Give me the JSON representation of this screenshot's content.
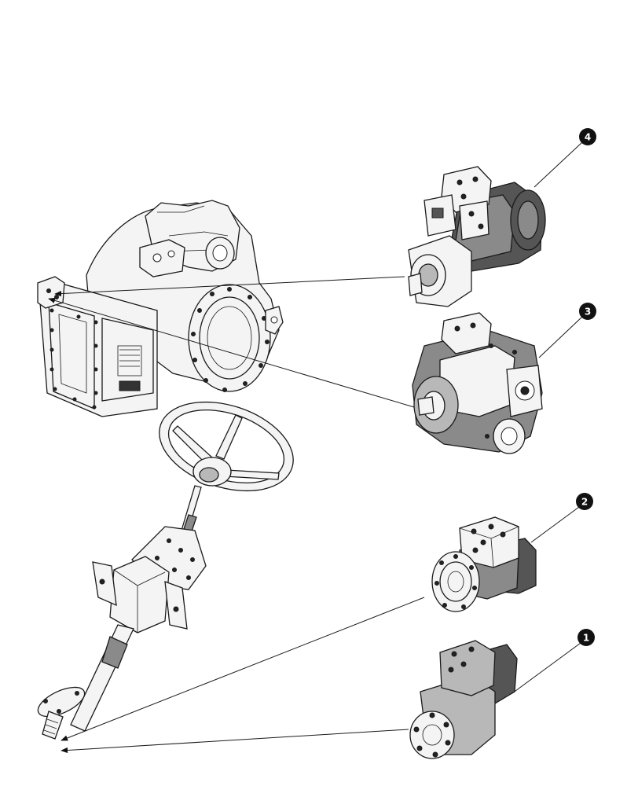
{
  "figure": {
    "callouts": [
      {
        "id": "1",
        "label": "1"
      },
      {
        "id": "2",
        "label": "2"
      },
      {
        "id": "3",
        "label": "3"
      },
      {
        "id": "4",
        "label": "4"
      }
    ],
    "components": [
      {
        "id": "transmission-housing",
        "icon": "gearbox-housing"
      },
      {
        "id": "steering-column",
        "icon": "steering-wheel-column"
      },
      {
        "id": "part-1",
        "icon": "steering-orbitrol-unit"
      },
      {
        "id": "part-2",
        "icon": "steering-orbitrol-unit"
      },
      {
        "id": "part-3",
        "icon": "hydraulic-pump"
      },
      {
        "id": "part-4",
        "icon": "variable-displacement-pump"
      }
    ],
    "colors": {
      "ink": "#1a1a1a",
      "badge": "#111111",
      "shade": "#8a8a8a"
    }
  }
}
